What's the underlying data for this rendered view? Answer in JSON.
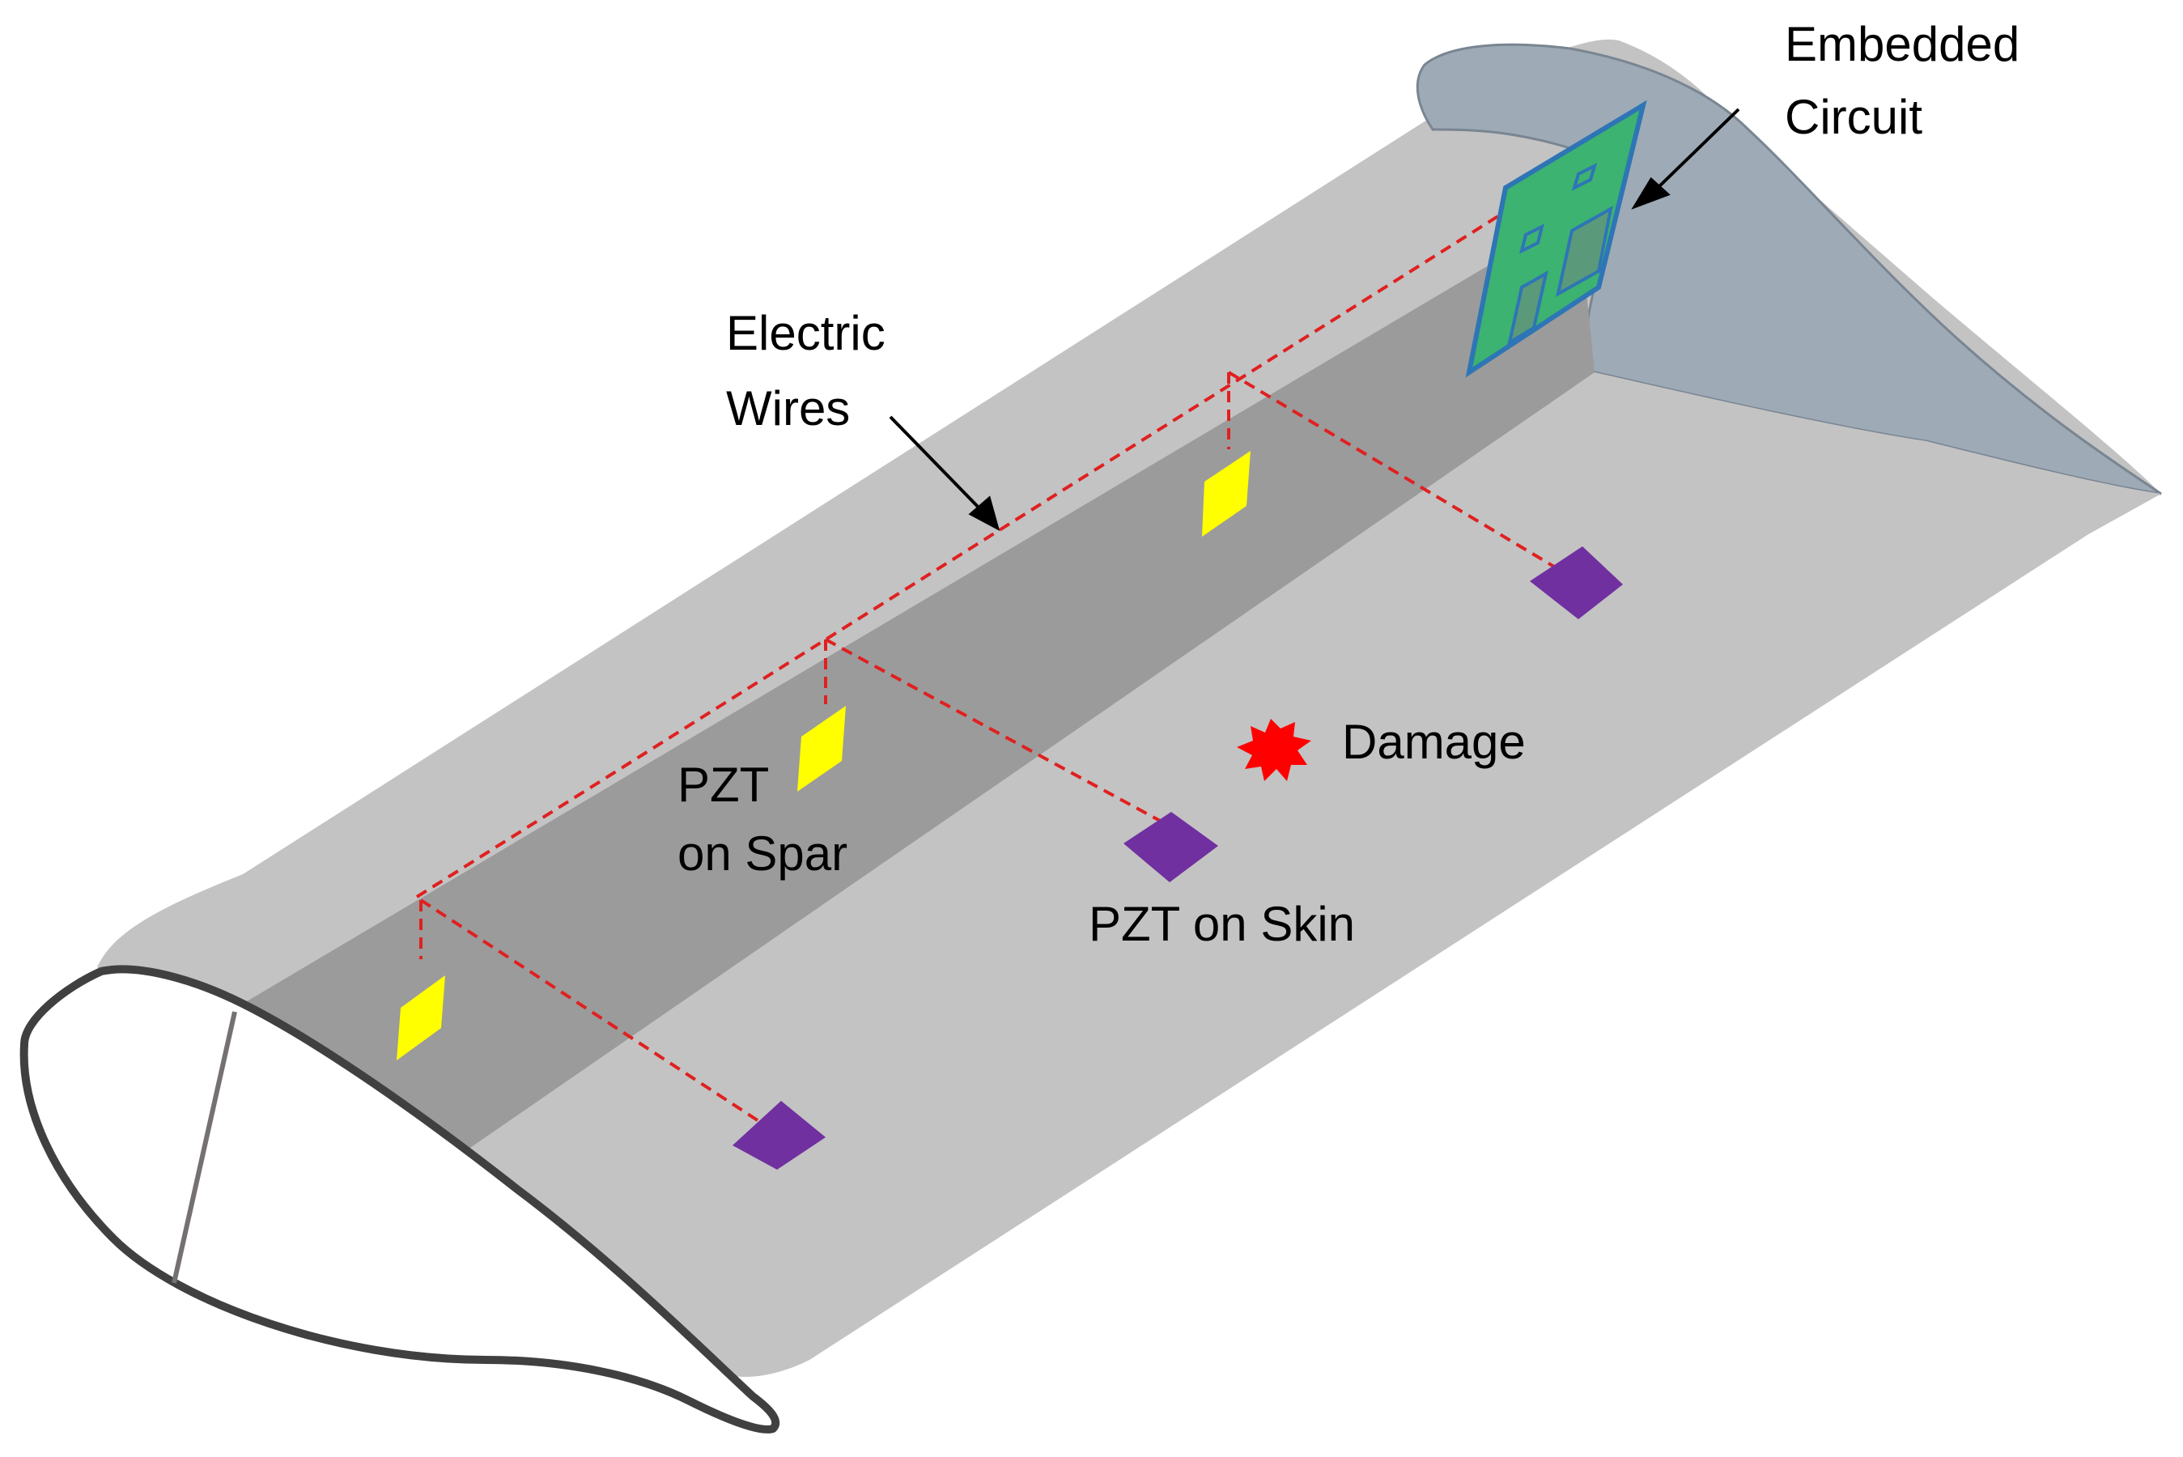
{
  "labels": {
    "embedded_circuit_line1": "Embedded",
    "embedded_circuit_line2": "Circuit",
    "electric_wires_line1": "Electric",
    "electric_wires_line2": "Wires",
    "pzt_on_spar_line1": "PZT",
    "pzt_on_spar_line2": "on Spar",
    "pzt_on_skin": "PZT on Skin",
    "damage": "Damage"
  },
  "colors": {
    "skin_upper": "#c3c3c3",
    "spar_face": "#9b9b9b",
    "spar_end_face": "#757170",
    "root_section": "#9eaab6",
    "profile_outline": "#404040",
    "wire": "#e02020",
    "pzt_spar": "#ffff00",
    "pzt_skin": "#7030a0",
    "circuit_board": "#3cb371",
    "circuit_border": "#2e75b6",
    "damage": "#ff0000"
  },
  "components": {
    "spar_sensor_count": 3,
    "skin_sensor_count": 3
  }
}
